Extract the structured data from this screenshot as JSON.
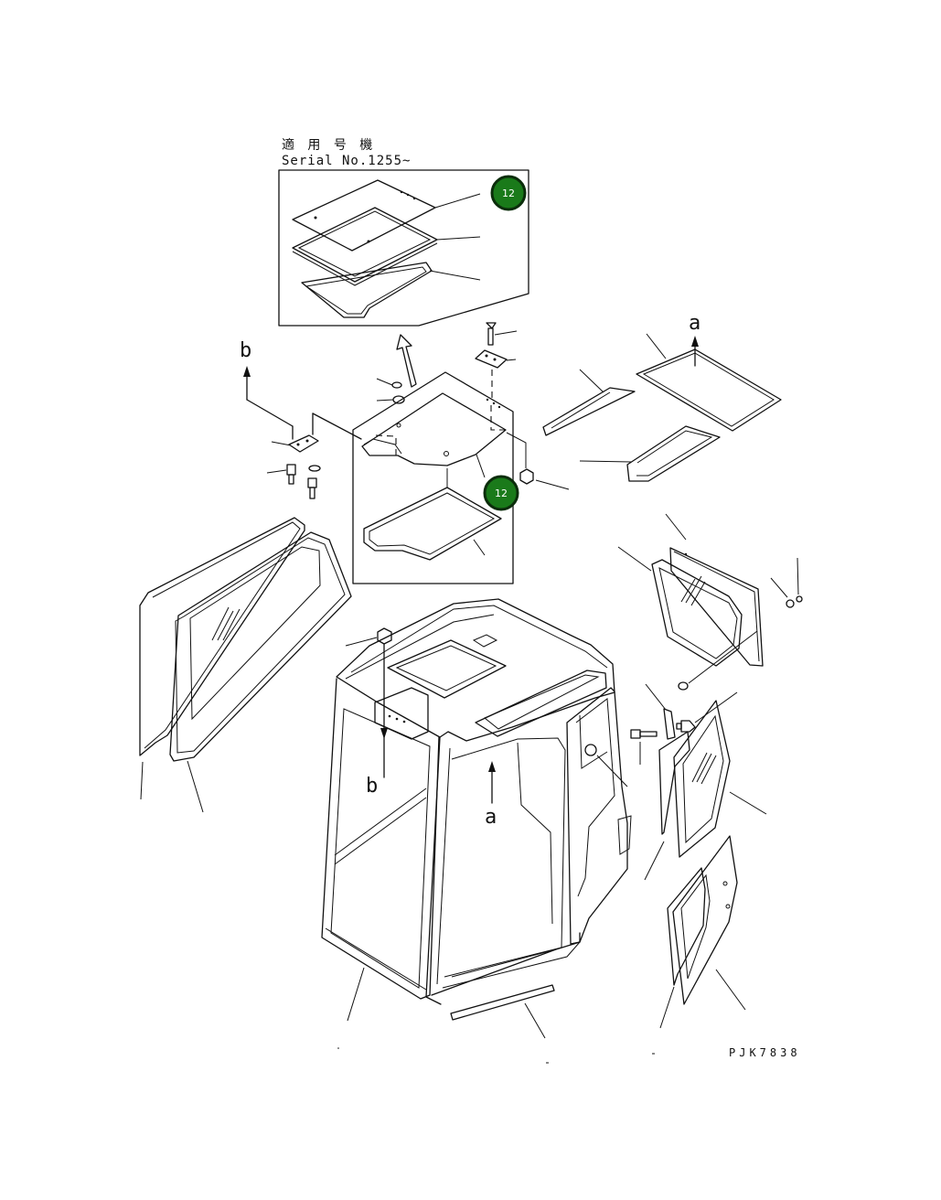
{
  "header": {
    "applicable_jp": "適 用 号 機",
    "serial_label": "Serial No.1255~"
  },
  "badges": [
    {
      "label": "12"
    },
    {
      "label": "12"
    }
  ],
  "reference_letters": {
    "a_top": "a",
    "b_top": "b",
    "b_cab": "b",
    "a_cab": "a"
  },
  "drawing_code": "PJK7838"
}
